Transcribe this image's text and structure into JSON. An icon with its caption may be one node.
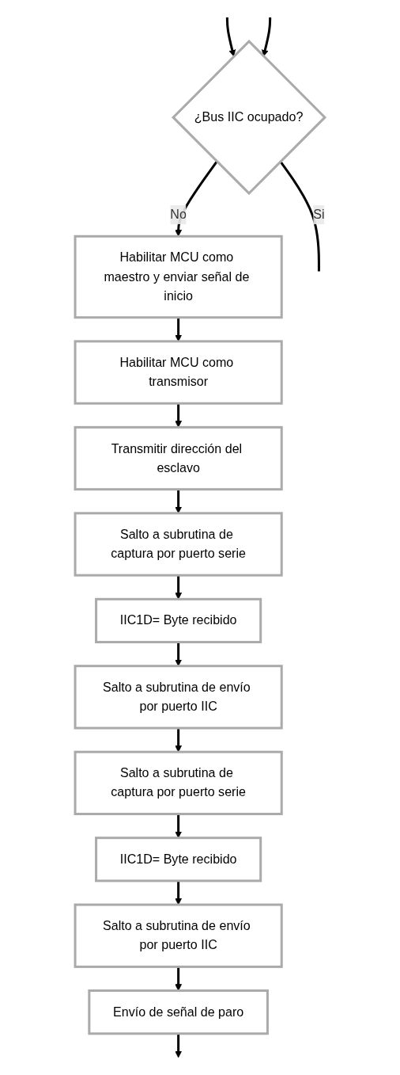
{
  "diagram": {
    "nodes": [
      {
        "text": [
          "¿Bus IIC ocupado?"
        ]
      },
      {
        "text": [
          "Habilitar MCU como maestro y enviar señal de inicio"
        ]
      },
      {
        "text": [
          "Habilitar MCU como transmisor"
        ]
      },
      {
        "text": [
          "Transmitir dirección del esclavo"
        ]
      },
      {
        "text": [
          "Salto a subrutina de captura por puerto serie"
        ]
      },
      {
        "text": [
          "IIC1D= Byte recibido"
        ]
      },
      {
        "text": [
          "Salto a subrutina de envío por puerto IIC"
        ]
      },
      {
        "text": [
          "Salto a subrutina de captura por puerto serie"
        ]
      },
      {
        "text": [
          "IIC1D= Byte recibido"
        ]
      },
      {
        "text": [
          "Salto a subrutina de envío por puerto IIC"
        ]
      },
      {
        "text": [
          "Envío de señal de paro"
        ]
      }
    ],
    "edges": [
      {
        "from": null,
        "to": 0,
        "arrow": "to"
      },
      {
        "from": null,
        "to": 0,
        "arrow": "to"
      },
      {
        "from": 0,
        "to": null,
        "label": "Si",
        "arrow": "none"
      },
      {
        "from": 0,
        "to": 1,
        "label": "No",
        "arrow": "to"
      },
      {
        "from": 1,
        "to": 2,
        "arrow": "to"
      },
      {
        "from": 2,
        "to": 3,
        "arrow": "to"
      },
      {
        "from": 3,
        "to": 4,
        "arrow": "to"
      },
      {
        "from": 4,
        "to": 5,
        "arrow": "to"
      },
      {
        "from": 5,
        "to": 6,
        "arrow": "to"
      },
      {
        "from": 6,
        "to": 7,
        "arrow": "to"
      },
      {
        "from": 7,
        "to": 8,
        "arrow": "to"
      },
      {
        "from": 8,
        "to": 9,
        "arrow": "to"
      },
      {
        "from": 9,
        "to": 10,
        "arrow": "to"
      },
      {
        "from": 10,
        "to": null,
        "arrow": "to"
      }
    ]
  }
}
